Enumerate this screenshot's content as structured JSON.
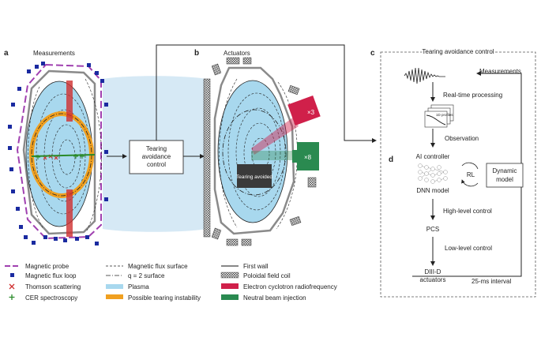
{
  "panels": {
    "a": {
      "letter": "a",
      "title": "Measurements"
    },
    "b": {
      "letter": "b",
      "title": "Actuators",
      "badge": "Tearing avoided",
      "ec_count": "×3",
      "nbi_count": "×8"
    },
    "c": {
      "letter": "c",
      "title": "Tearing avoidance control"
    },
    "d": {
      "letter": "d"
    }
  },
  "center_box": {
    "label_line1": "Tearing",
    "label_line2": "avoidance",
    "label_line3": "control"
  },
  "flow": {
    "measurements": "Measurements",
    "realtime": "Real-time processing",
    "profiles_icon_label": "1D profiles",
    "observation": "Observation",
    "ai_controller": "AI controller",
    "dnn": "DNN model",
    "rl": "RL",
    "dynamic_model_line1": "Dynamic",
    "dynamic_model_line2": "model",
    "high_level": "High-level control",
    "pcs": "PCS",
    "low_level": "Low-level control",
    "diiid_line1": "DIII-D",
    "diiid_line2": "actuators",
    "interval": "25-ms interval"
  },
  "legend": {
    "col1": [
      {
        "label": "Magnetic probe",
        "icon": "purple-dash-line",
        "color": "#a040b0"
      },
      {
        "label": "Magnetic flux loop",
        "icon": "blue-square",
        "color": "#1a2aa0"
      },
      {
        "label": "Thomson scattering",
        "icon": "red-x",
        "color": "#d03030"
      },
      {
        "label": "CER spectroscopy",
        "icon": "green-plus",
        "color": "#2a8a2a"
      }
    ],
    "col2": [
      {
        "label": "Magnetic flux surface",
        "icon": "dashed-line"
      },
      {
        "label": "q = 2 surface",
        "icon": "dash-dot-line"
      },
      {
        "label": "Plasma",
        "icon": "light-blue-fill",
        "color": "#a8d8ee"
      },
      {
        "label": "Possible tearing instability",
        "icon": "orange-fill",
        "color": "#f0a020"
      }
    ],
    "col3": [
      {
        "label": "First wall",
        "icon": "gray-line",
        "color": "#888888"
      },
      {
        "label": "Poloidal field coil",
        "icon": "hatched-box"
      },
      {
        "label": "Electron cyclotron radiofrequency",
        "icon": "crimson-fill",
        "color": "#d0204a"
      },
      {
        "label": "Neutral beam injection",
        "icon": "green-fill",
        "color": "#2a8a50"
      }
    ]
  },
  "colors": {
    "plasma": "#a8d8ee",
    "tearing": "#f0a020",
    "wall": "#8a8a8a",
    "probe": "#a040b0",
    "fluxloop": "#1a2aa0",
    "thomson": "#d03030",
    "cer": "#2a8a2a",
    "ech": "#d0204a",
    "nbi": "#2a8a50"
  }
}
